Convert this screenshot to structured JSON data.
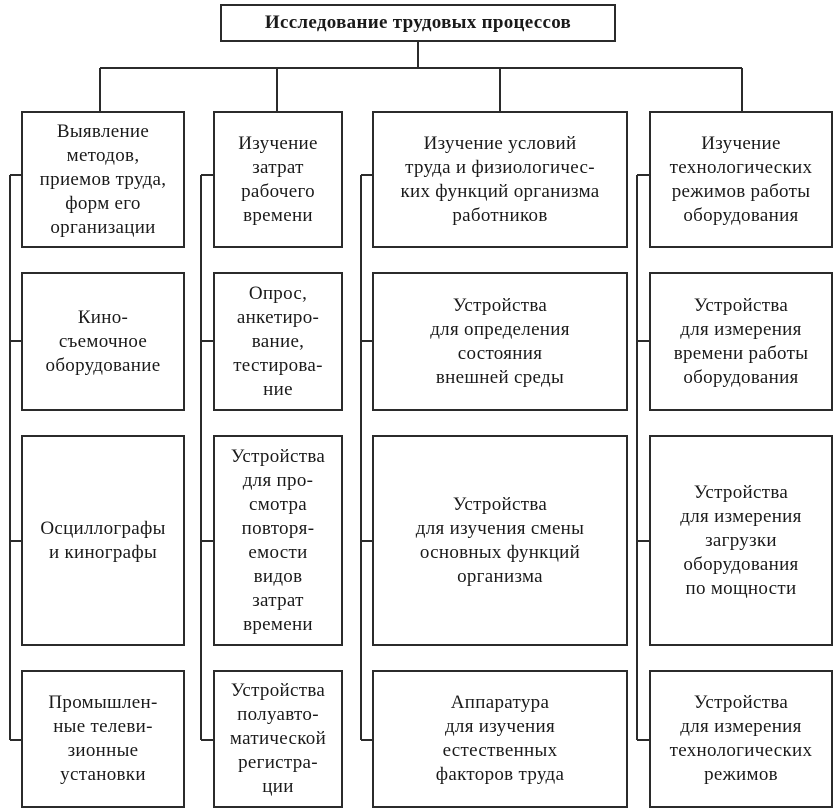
{
  "diagram": {
    "title": "Исследование трудовых процессов",
    "columns": [
      {
        "header": "Выявление\nметодов,\nприемов труда,\nформ его\nорганизации",
        "items": [
          "Кино-\nсъемочное\nоборудование",
          "Осциллографы\nи кинографы",
          "Промышлен-\nные телеви-\nзионные\nустановки"
        ]
      },
      {
        "header": "Изучение\nзатрат\nрабочего\nвремени",
        "items": [
          "Опрос,\nанкетиро-\nвание,\nтестирова-\nние",
          "Устройства\nдля про-\nсмотра\nповторя-\nемости\nвидов\nзатрат\nвремени",
          "Устройства\nполуавто-\nматической\nрегистра-\nции"
        ]
      },
      {
        "header": "Изучение условий\nтруда и физиологичес-\nких функций организма\nработников",
        "items": [
          "Устройства\nдля определения\nсостояния\nвнешней среды",
          "Устройства\nдля изучения смены\nосновных функций\nорганизма",
          "Аппаратура\nдля изучения\nестественных\nфакторов труда"
        ]
      },
      {
        "header": "Изучение\nтехнологических\nрежимов работы\nоборудования",
        "items": [
          "Устройства\nдля измерения\nвремени работы\nоборудования",
          "Устройства\nдля измерения\nзагрузки\nоборудования\nпо мощности",
          "Устройства\nдля измерения\nтехнологических\nрежимов"
        ]
      }
    ]
  }
}
